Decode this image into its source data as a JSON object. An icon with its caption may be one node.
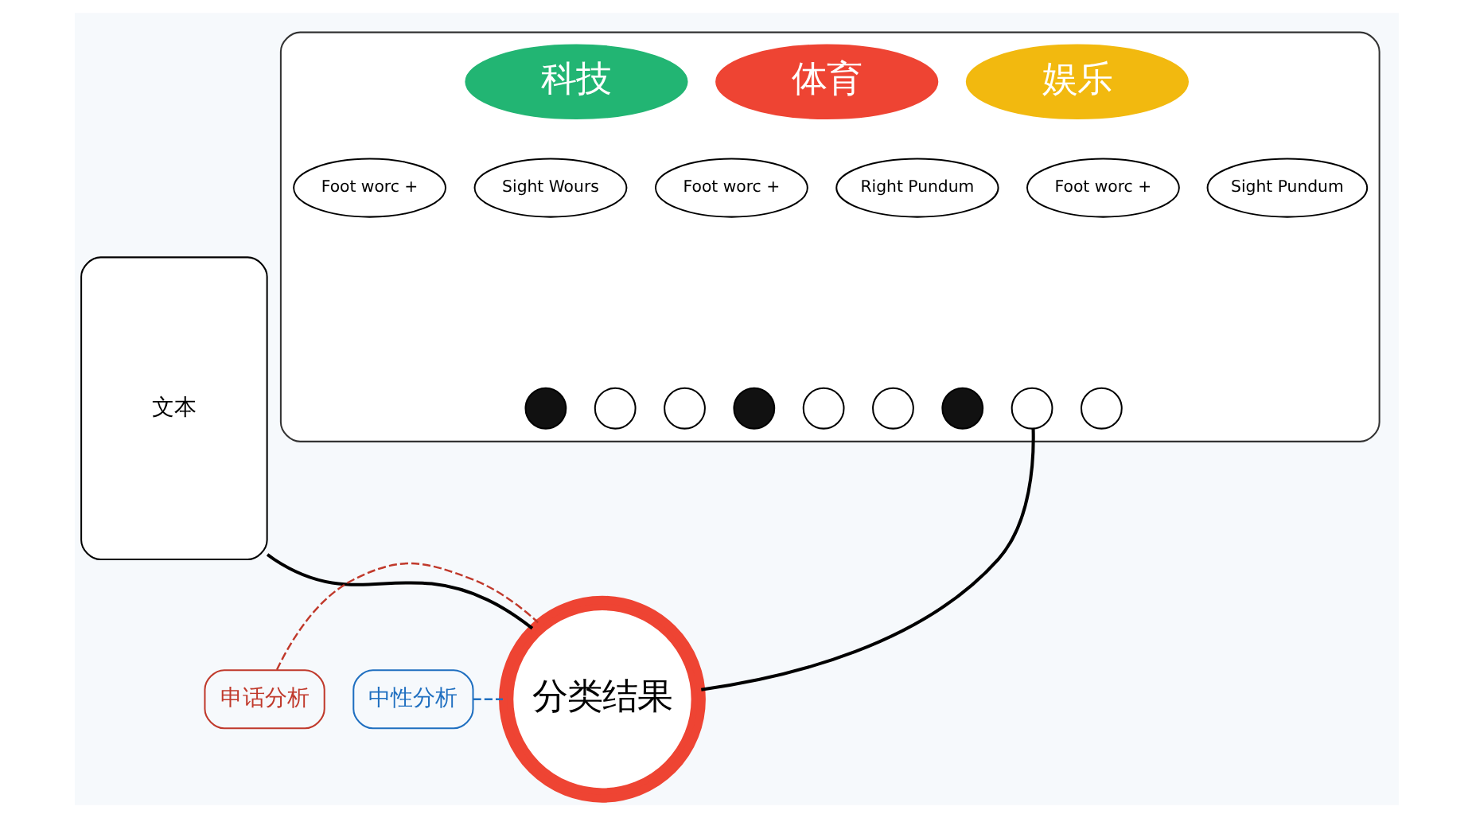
{
  "diagram": {
    "nodes": [
      {
        "text": [
          "文本"
        ]
      },
      {
        "text": [],
        "shape": "box"
      },
      {
        "text": [
          "科技"
        ],
        "in": 1
      },
      {
        "text": [
          "体育"
        ],
        "in": 1
      },
      {
        "text": [
          "娱乐"
        ],
        "in": 1
      },
      {
        "text": [
          "Foot worc +"
        ],
        "in": 1
      },
      {
        "text": [
          "Sight Wours"
        ],
        "in": 1
      },
      {
        "text": [
          "Foot worc +"
        ],
        "in": 1
      },
      {
        "text": [
          "Right Pundum"
        ],
        "in": 1
      },
      {
        "text": [
          "Foot worc +"
        ],
        "in": 1
      },
      {
        "text": [
          "Sight Pundum"
        ],
        "in": 1
      },
      {
        "text": [],
        "shape": "person",
        "in": 1
      },
      {
        "text": [],
        "shape": "circle",
        "in": 1
      },
      {
        "text": [],
        "shape": "circle",
        "in": 1
      },
      {
        "text": [],
        "shape": "person",
        "in": 1
      },
      {
        "text": [],
        "shape": "circle",
        "in": 1
      },
      {
        "text": [],
        "shape": "circle",
        "in": 1
      },
      {
        "text": [],
        "shape": "person",
        "in": 1
      },
      {
        "text": [],
        "shape": "circle",
        "in": 1
      },
      {
        "text": [],
        "shape": "circle",
        "in": 1
      },
      {
        "text": [
          "申话分析"
        ]
      },
      {
        "text": [
          "分类结果"
        ]
      },
      {
        "text": [
          "中性分析"
        ]
      }
    ],
    "edges": [
      {
        "from": 0,
        "to": 21,
        "arrow": "none"
      },
      {
        "from": 18,
        "to": 21,
        "arrow": "none"
      },
      {
        "from": 20,
        "to": 21,
        "arrow": "none",
        "style": "dashed",
        "color": "#c0392b"
      },
      {
        "from": 22,
        "to": 21,
        "arrow": "none",
        "style": "dashed",
        "color": "#1f6fc0"
      }
    ]
  }
}
